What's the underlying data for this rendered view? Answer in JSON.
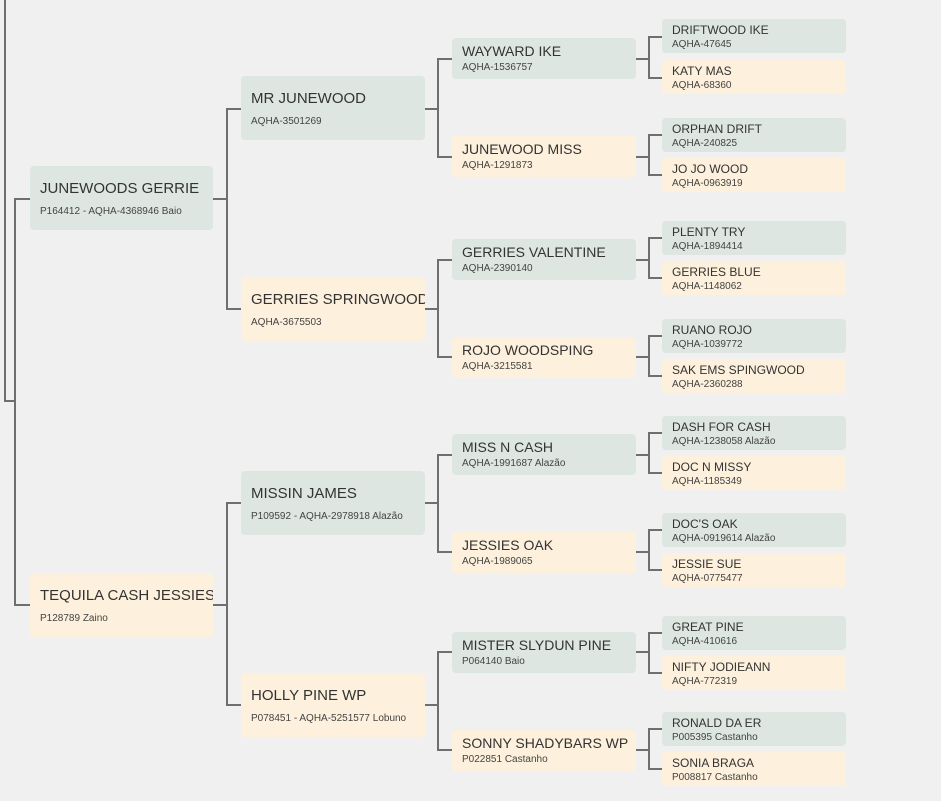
{
  "pedigree": {
    "sire": {
      "name": "JUNEWOODS GERRIE",
      "reg": "P164412 - AQHA-4368946 Baio",
      "sire": {
        "name": "MR JUNEWOOD",
        "reg": "AQHA-3501269",
        "sire": {
          "name": "WAYWARD IKE",
          "reg": "AQHA-1536757",
          "sire": {
            "name": "DRIFTWOOD IKE",
            "reg": "AQHA-47645"
          },
          "dam": {
            "name": "KATY MAS",
            "reg": "AQHA-68360"
          }
        },
        "dam": {
          "name": "JUNEWOOD MISS",
          "reg": "AQHA-1291873",
          "sire": {
            "name": "ORPHAN DRIFT",
            "reg": "AQHA-240825"
          },
          "dam": {
            "name": "JO JO WOOD",
            "reg": "AQHA-0963919"
          }
        }
      },
      "dam": {
        "name": "GERRIES SPRINGWOOD",
        "reg": "AQHA-3675503",
        "sire": {
          "name": "GERRIES VALENTINE",
          "reg": "AQHA-2390140",
          "sire": {
            "name": "PLENTY TRY",
            "reg": "AQHA-1894414"
          },
          "dam": {
            "name": "GERRIES BLUE",
            "reg": "AQHA-1148062"
          }
        },
        "dam": {
          "name": "ROJO WOODSPING",
          "reg": "AQHA-3215581",
          "sire": {
            "name": "RUANO ROJO",
            "reg": "AQHA-1039772"
          },
          "dam": {
            "name": "SAK EMS SPINGWOOD",
            "reg": "AQHA-2360288"
          }
        }
      }
    },
    "dam": {
      "name": "TEQUILA CASH JESSIES",
      "reg": "P128789 Zaino",
      "sire": {
        "name": "MISSIN JAMES",
        "reg": "P109592 - AQHA-2978918 Alazão",
        "sire": {
          "name": "MISS N CASH",
          "reg": "AQHA-1991687 Alazão",
          "sire": {
            "name": "DASH FOR CASH",
            "reg": "AQHA-1238058 Alazão"
          },
          "dam": {
            "name": "DOC N MISSY",
            "reg": "AQHA-1185349"
          }
        },
        "dam": {
          "name": "JESSIES OAK",
          "reg": "AQHA-1989065",
          "sire": {
            "name": "DOC'S OAK",
            "reg": "AQHA-0919614 Alazão"
          },
          "dam": {
            "name": "JESSIE SUE",
            "reg": "AQHA-0775477"
          }
        }
      },
      "dam": {
        "name": "HOLLY PINE WP",
        "reg": "P078451 - AQHA-5251577 Lobuno",
        "sire": {
          "name": "MISTER SLYDUN PINE",
          "reg": "P064140 Baio",
          "sire": {
            "name": "GREAT PINE",
            "reg": "AQHA-410616"
          },
          "dam": {
            "name": "NIFTY JODIEANN",
            "reg": "AQHA-772319"
          }
        },
        "dam": {
          "name": "SONNY SHADYBARS WP",
          "reg": "P022851 Castanho",
          "sire": {
            "name": "RONALD DA ER",
            "reg": "P005395 Castanho"
          },
          "dam": {
            "name": "SONIA BRAGA",
            "reg": "P008817 Castanho"
          }
        }
      }
    }
  },
  "colors": {
    "male": "#dde6e1",
    "female": "#fdf0dc",
    "connector": "#6f6f6f",
    "background": "#f0f0f0"
  }
}
